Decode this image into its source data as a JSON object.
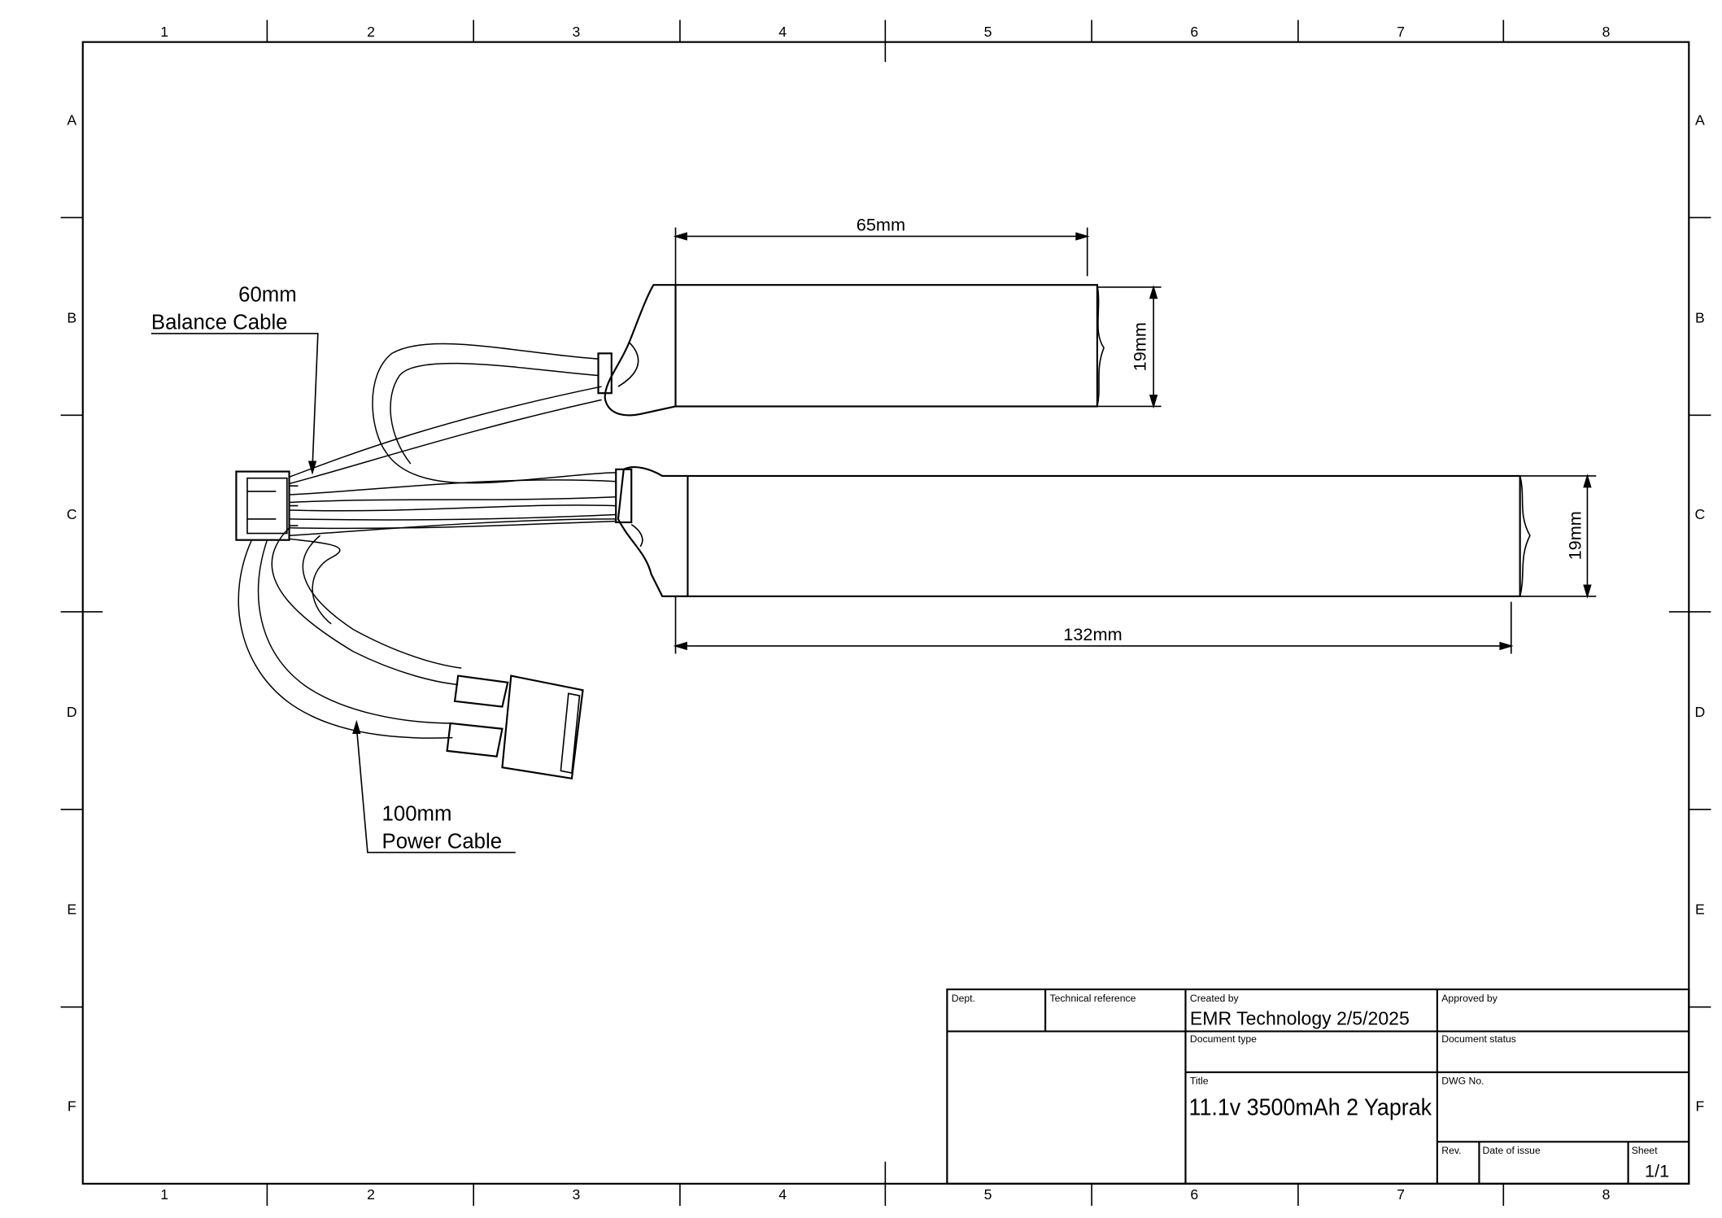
{
  "zones": {
    "columns": [
      "1",
      "2",
      "3",
      "4",
      "5",
      "6",
      "7",
      "8"
    ],
    "rows": [
      "A",
      "B",
      "C",
      "D",
      "E",
      "F"
    ]
  },
  "dimensions": {
    "cell_length_short": "65mm",
    "cell_diameter_upper": "19mm",
    "cell_diameter_lower": "19mm",
    "cell_length_long": "132mm"
  },
  "callouts": {
    "balance_length": "60mm",
    "balance_label": "Balance Cable",
    "power_length": "100mm",
    "power_label": "Power Cable"
  },
  "title_block": {
    "dept_label": "Dept.",
    "tech_ref_label": "Technical reference",
    "created_by_label": "Created by",
    "created_by_value": "EMR Technology  2/5/2025",
    "approved_by_label": "Approved by",
    "doc_type_label": "Document type",
    "doc_status_label": "Document status",
    "title_label": "Title",
    "title_value": "11.1v 3500mAh 2 Yaprak",
    "dwg_no_label": "DWG No.",
    "rev_label": "Rev.",
    "date_issue_label": "Date of issue",
    "sheet_label": "Sheet",
    "sheet_value": "1/1"
  }
}
